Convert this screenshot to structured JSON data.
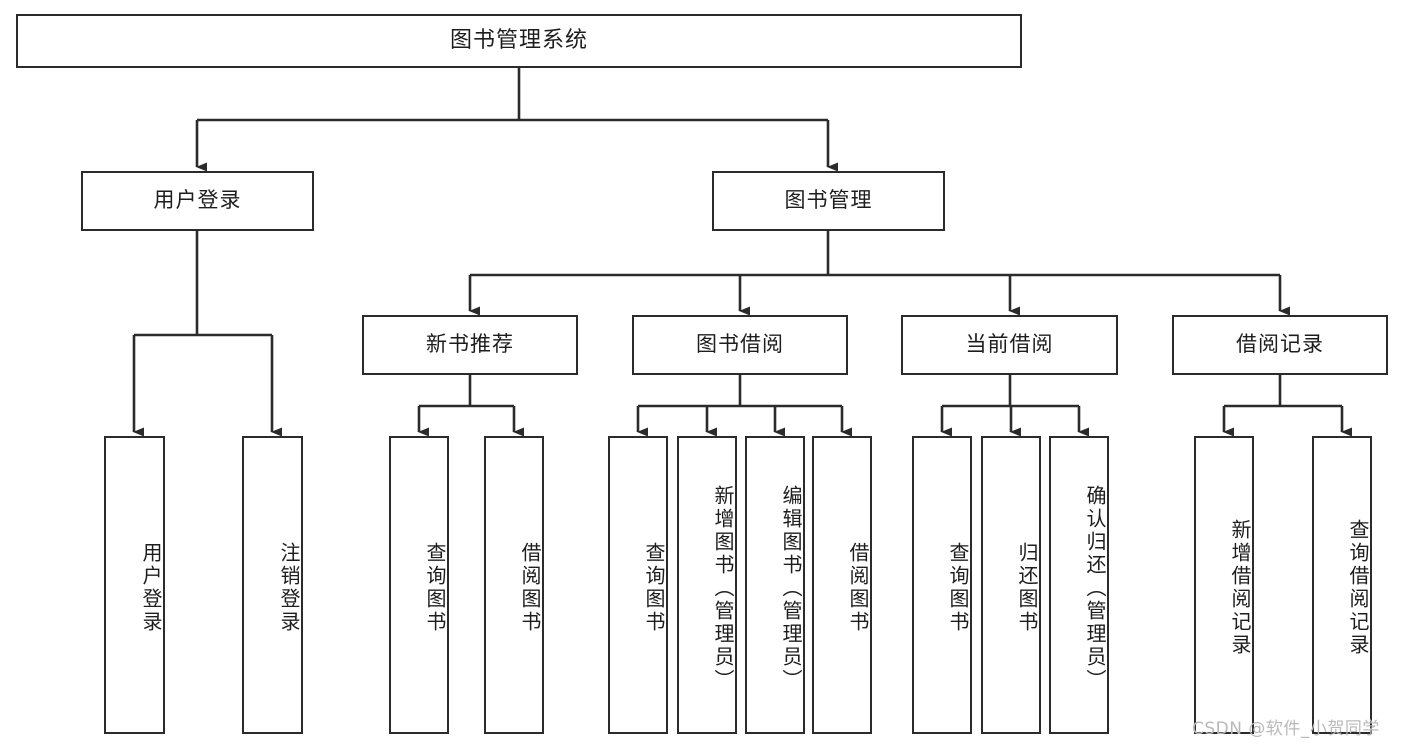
{
  "diagram": {
    "title": "图书管理系统",
    "type": "tree-hierarchy-chart",
    "stroke_color": "#2b2b2b",
    "fill_color": "#ffffff",
    "text_color": "#1d1d1d"
  },
  "root": {
    "label": "图书管理系统"
  },
  "level2": [
    {
      "label": "用户登录"
    },
    {
      "label": "图书管理"
    }
  ],
  "level3": [
    {
      "label": "新书推荐"
    },
    {
      "label": "图书借阅"
    },
    {
      "label": "当前借阅"
    },
    {
      "label": "借阅记录"
    }
  ],
  "leaves": {
    "user_login": [
      {
        "label": "用户登录"
      },
      {
        "label": "注销登录"
      }
    ],
    "new_book_recommend": [
      {
        "label": "查询图书"
      },
      {
        "label": "借阅图书"
      }
    ],
    "book_borrow": [
      {
        "label": "查询图书"
      },
      {
        "label": "新增图书（管理员）"
      },
      {
        "label": "编辑图书（管理员）"
      },
      {
        "label": "借阅图书"
      }
    ],
    "current_borrow": [
      {
        "label": "查询图书"
      },
      {
        "label": "归还图书"
      },
      {
        "label": "确认归还（管理员）"
      }
    ],
    "borrow_record": [
      {
        "label": "新增借阅记录"
      },
      {
        "label": "查询借阅记录"
      }
    ]
  },
  "watermark": {
    "text": "CSDN @软件_小贺同学"
  }
}
